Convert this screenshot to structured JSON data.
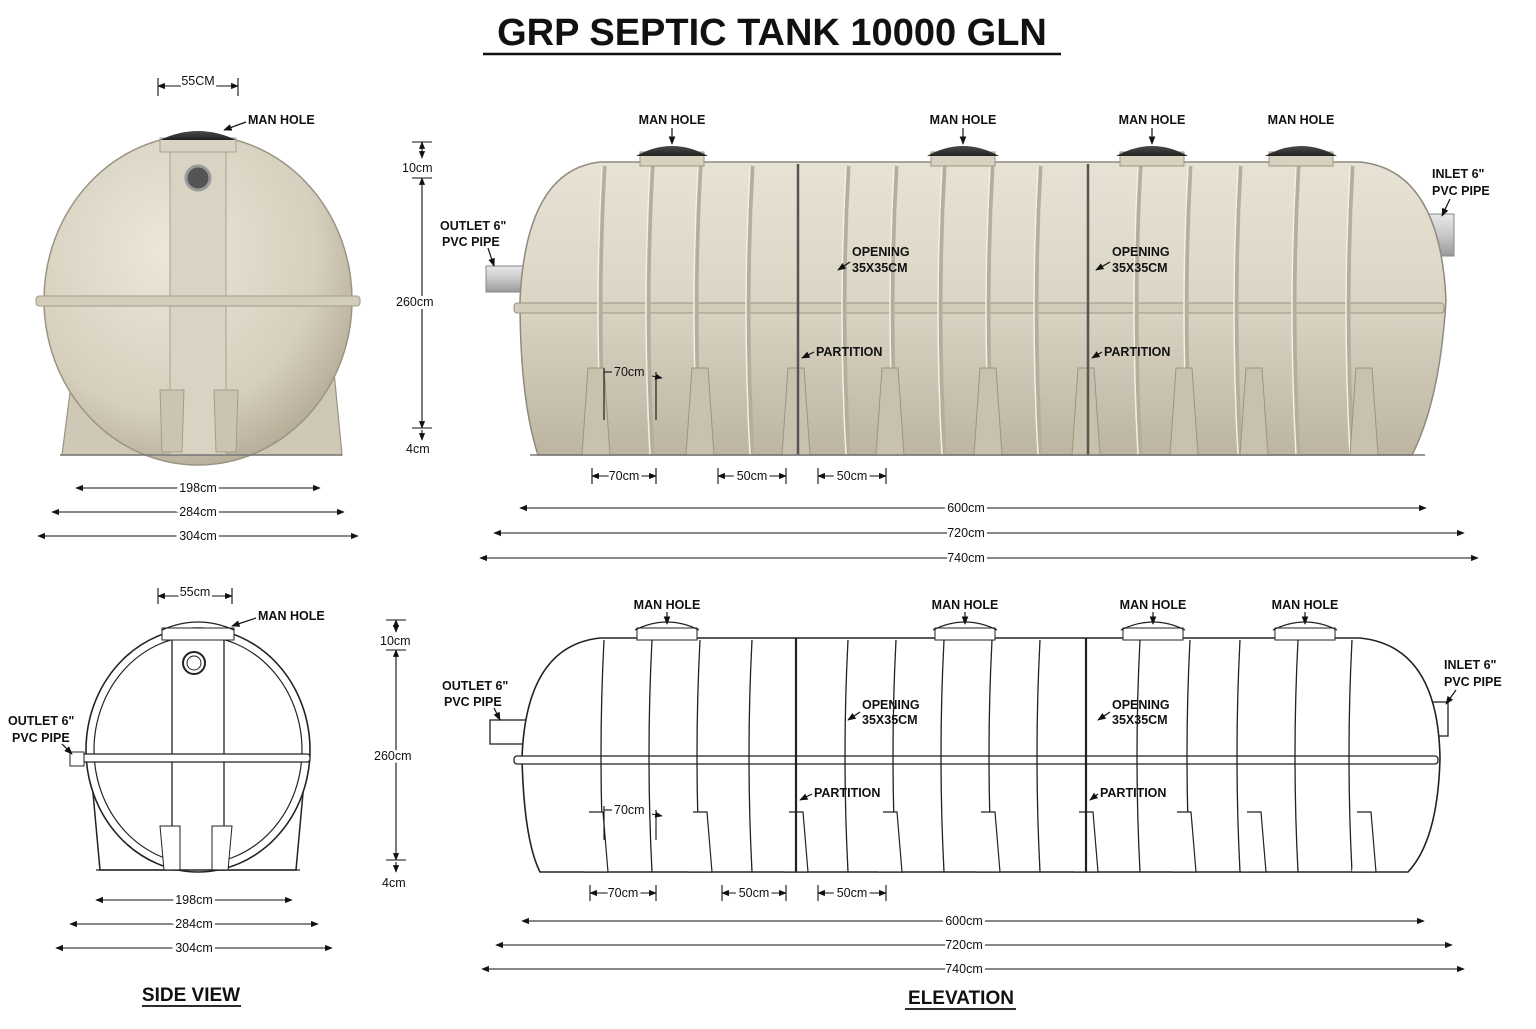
{
  "title": "GRP SEPTIC TANK 10000 GLN",
  "views": {
    "side": "SIDE VIEW",
    "elevation": "ELEVATION"
  },
  "labels": {
    "man_hole_top_side": "MAN HOLE",
    "man_hole_top_side_caps": "MAN HOLE",
    "man_hole": "MAN HOLE",
    "outlet_line1": "OUTLET 6\"",
    "outlet_line2": "PVC PIPE",
    "inlet_line1": "INLET 6\"",
    "inlet_line2": "PVC PIPE",
    "opening_line1": "OPENING",
    "opening_line2": "35X35CM",
    "partition": "PARTITION"
  },
  "dims": {
    "manhole_width_top": "55CM",
    "manhole_width_bottom": "55cm",
    "neck": "10cm",
    "height": "260cm",
    "foot": "4cm",
    "w198": "198cm",
    "w284": "284cm",
    "w304": "304cm",
    "rib70": "70cm",
    "rib50": "50cm",
    "l600": "600cm",
    "l720": "720cm",
    "l740": "740cm"
  },
  "colors": {
    "tank": "#d8d2c1",
    "tank_shadow": "#b9b19d",
    "lid": "#3b3b3b",
    "line": "#222222"
  }
}
